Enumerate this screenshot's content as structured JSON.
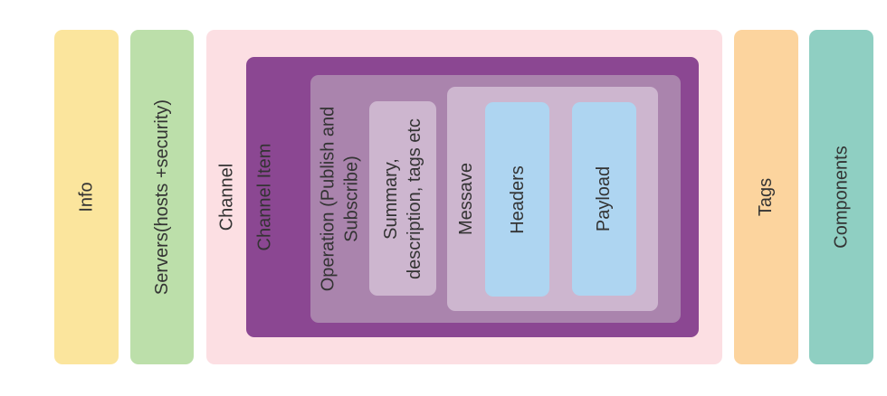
{
  "diagram": {
    "background": "#ffffff",
    "text_color": "#333333",
    "boxes": {
      "info": {
        "label": "Info",
        "color": "#fbe59d"
      },
      "servers": {
        "label": "Servers(hosts +security)",
        "color": "#bcdfaa"
      },
      "channel": {
        "label": "Channel",
        "color": "#fcdfe3"
      },
      "channel_item": {
        "label": "Channel Item",
        "color": "#8b4792"
      },
      "operation": {
        "label": "Operation (Publish and\nSubscribe)",
        "color": "#aa84ad"
      },
      "summary": {
        "label": "Summary,\ndescription, tags etc",
        "color": "#cdb6cf"
      },
      "message": {
        "label": "Messave",
        "color": "#cdb6cf"
      },
      "headers": {
        "label": "Headers",
        "color": "#aed5f1"
      },
      "payload": {
        "label": "Payload",
        "color": "#aed5f1"
      },
      "tags": {
        "label": "Tags",
        "color": "#fcd49e"
      },
      "components": {
        "label": "Components",
        "color": "#8fcfc2"
      }
    }
  }
}
